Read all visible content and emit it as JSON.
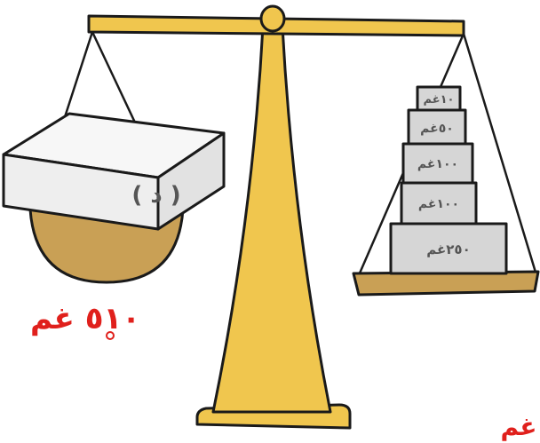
{
  "box": {
    "label": "( د )"
  },
  "weights": {
    "w1": "١٠غم",
    "w2": "٥٠غم",
    "w3": "١٠٠غم",
    "w4": "١٠٠غم",
    "w5": "٢٥٠غم"
  },
  "left_total": "٥١٠ غم",
  "right_corner": "غم",
  "colors": {
    "beam": "#f0c64e",
    "outline": "#1a1a1a",
    "box_face": "#eeeeee",
    "weight_face": "#d6d6d6",
    "pan": "#c9a055",
    "annotation": "#e0201c"
  }
}
